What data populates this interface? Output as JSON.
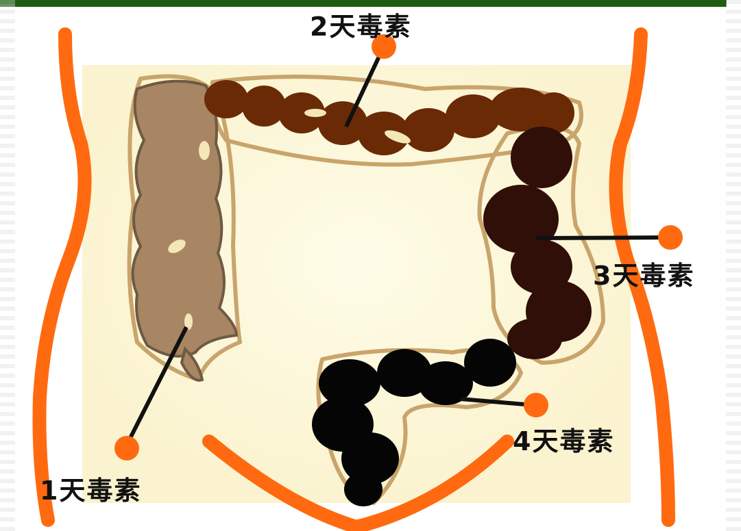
{
  "labels": {
    "day1": "1天毒素",
    "day2": "2天毒素",
    "day3": "3天毒素",
    "day4": "4天毒素"
  },
  "colors": {
    "top_bar": "#1e5c12",
    "body_outline": "#ff6a10",
    "marker": "#ff6a10",
    "day1_stool": "#a88563",
    "day2_stool": "#6b2a06",
    "day3_stool": "#2f0f07",
    "day4_stool": "#050505",
    "colon_outline": "#c9a46b",
    "background_glow": "#fdf8d8"
  },
  "icons": [
    "colon-illustration",
    "marker-dot"
  ]
}
